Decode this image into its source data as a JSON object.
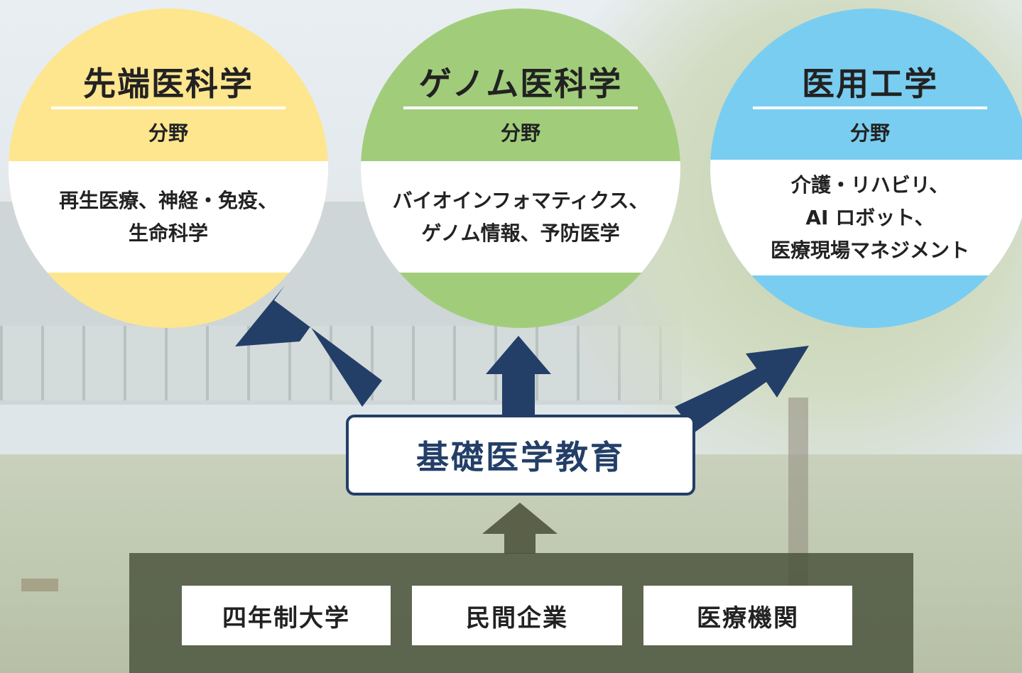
{
  "fields": [
    {
      "title": "先端医科学",
      "subtitle": "分野",
      "topics": [
        "再生医療、神経・免疫、",
        "生命科学"
      ],
      "color": "#fde68e"
    },
    {
      "title": "ゲノム医科学",
      "subtitle": "分野",
      "topics": [
        "バイオインフォマティクス、",
        "ゲノム情報、予防医学"
      ],
      "color": "#a1cd7b"
    },
    {
      "title": "医用工学",
      "subtitle": "分野",
      "topics": [
        "介護・リハビリ、",
        "AI ロボット、",
        "医療現場マネジメント"
      ],
      "color": "#79cdf1"
    }
  ],
  "center": {
    "label": "基礎医学教育",
    "color": "#233f68"
  },
  "sources": [
    "四年制大学",
    "民間企業",
    "医療機関"
  ],
  "colors": {
    "arrow": "#233f68",
    "panel": "#48503a",
    "up_arrow": "#5b6048"
  }
}
